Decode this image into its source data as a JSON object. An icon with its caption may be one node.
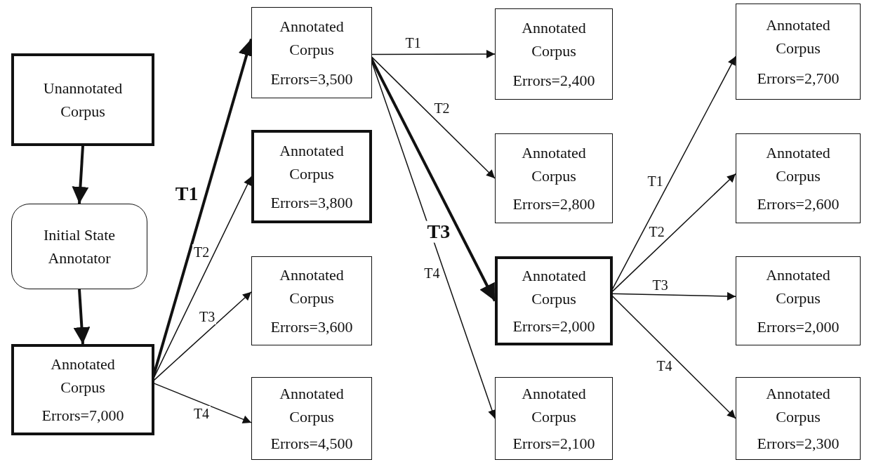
{
  "diagram": {
    "nodes": [
      {
        "text": [
          "Unannotated Corpus"
        ]
      },
      {
        "text": [
          "Initial State Annotator"
        ]
      },
      {
        "text": [
          "Annotated Corpus",
          "Errors=7,000"
        ]
      },
      {
        "text": [
          "Annotated Corpus",
          "Errors=3,500"
        ]
      },
      {
        "text": [
          "Annotated Corpus",
          "Errors=3,800"
        ]
      },
      {
        "text": [
          "Annotated Corpus",
          "Errors=3,600"
        ]
      },
      {
        "text": [
          "Annotated Corpus",
          "Errors=4,500"
        ]
      },
      {
        "text": [
          "Annotated Corpus",
          "Errors=2,400"
        ]
      },
      {
        "text": [
          "Annotated Corpus",
          "Errors=2,800"
        ]
      },
      {
        "text": [
          "Annotated Corpus",
          "Errors=2,000"
        ]
      },
      {
        "text": [
          "Annotated Corpus",
          "Errors=2,100"
        ]
      },
      {
        "text": [
          "Annotated Corpus",
          "Errors=2,700"
        ]
      },
      {
        "text": [
          "Annotated Corpus",
          "Errors=2,600"
        ]
      },
      {
        "text": [
          "Annotated Corpus",
          "Errors=2,000"
        ]
      },
      {
        "text": [
          "Annotated Corpus",
          "Errors=2,300"
        ]
      }
    ],
    "edges": [
      {
        "from": 0,
        "to": 1,
        "arrow": "to",
        "style": "thick"
      },
      {
        "from": 1,
        "to": 2,
        "arrow": "to",
        "style": "thick"
      },
      {
        "from": 2,
        "to": 3,
        "arrow": "to",
        "style": "thick",
        "label": "T1"
      },
      {
        "from": 2,
        "to": 4,
        "arrow": "to",
        "label": "T2"
      },
      {
        "from": 2,
        "to": 5,
        "arrow": "to",
        "label": "T3"
      },
      {
        "from": 2,
        "to": 6,
        "arrow": "to",
        "label": "T4"
      },
      {
        "from": 3,
        "to": 7,
        "arrow": "to",
        "label": "T1"
      },
      {
        "from": 3,
        "to": 8,
        "arrow": "to",
        "label": "T2"
      },
      {
        "from": 3,
        "to": 9,
        "arrow": "to",
        "style": "thick",
        "label": "T3"
      },
      {
        "from": 3,
        "to": 10,
        "arrow": "to",
        "label": "T4"
      },
      {
        "from": 9,
        "to": 11,
        "arrow": "to",
        "label": "T1"
      },
      {
        "from": 9,
        "to": 12,
        "arrow": "to",
        "label": "T2"
      },
      {
        "from": 9,
        "to": 13,
        "arrow": "to",
        "label": "T3"
      },
      {
        "from": 9,
        "to": 14,
        "arrow": "to",
        "label": "T4"
      }
    ]
  }
}
